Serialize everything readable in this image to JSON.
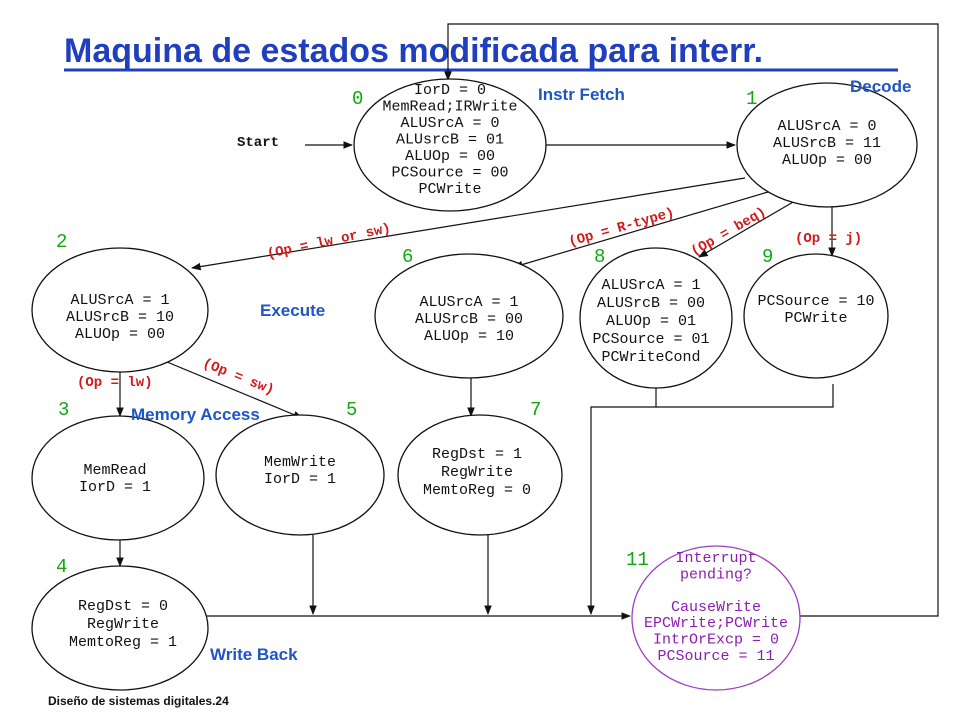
{
  "title": "Maquina de estados modificada para interr.",
  "start_label": "Start",
  "footer": "Diseño de sistemas digitales.24",
  "phases": {
    "instr_fetch": "Instr Fetch",
    "decode": "Decode",
    "execute": "Execute",
    "memory_access": "Memory Access",
    "write_back": "Write Back"
  },
  "states": {
    "s0": {
      "num": "0",
      "lines": [
        "IorD = 0",
        "MemRead;IRWrite",
        "ALUSrcA = 0",
        "ALUsrcB = 01",
        "ALUOp = 00",
        "PCSource = 00",
        "PCWrite"
      ]
    },
    "s1": {
      "num": "1",
      "lines": [
        "ALUSrcA = 0",
        "ALUSrcB = 11",
        "ALUOp = 00"
      ]
    },
    "s2": {
      "num": "2",
      "lines": [
        "ALUSrcA = 1",
        "ALUSrcB = 10",
        "ALUOp = 00"
      ]
    },
    "s3": {
      "num": "3",
      "lines": [
        "MemRead",
        "IorD = 1"
      ]
    },
    "s4": {
      "num": "4",
      "lines": [
        "RegDst = 0",
        "RegWrite",
        "MemtoReg = 1"
      ]
    },
    "s5": {
      "num": "5",
      "lines": [
        "MemWrite",
        "IorD = 1"
      ]
    },
    "s6": {
      "num": "6",
      "lines": [
        "ALUSrcA = 1",
        "ALUSrcB = 00",
        "ALUOp = 10"
      ]
    },
    "s7": {
      "num": "7",
      "lines": [
        "RegDst = 1",
        "RegWrite",
        "MemtoReg = 0"
      ]
    },
    "s8": {
      "num": "8",
      "lines": [
        "ALUSrcA = 1",
        "ALUSrcB = 00",
        "ALUOp = 01",
        "PCSource = 01",
        "PCWriteCond"
      ]
    },
    "s9": {
      "num": "9",
      "lines": [
        "PCSource = 10",
        "PCWrite"
      ]
    },
    "s11": {
      "num": "11",
      "lines": [
        "Interrupt",
        "pending?",
        "",
        "CauseWrite",
        "EPCWrite;PCWrite",
        "IntrOrExcp = 0",
        "PCSource = 11"
      ]
    }
  },
  "conditions": {
    "lw_or_sw": "(Op = lw or sw)",
    "r_type": "(Op = R-type)",
    "beq": "(Op = beq)",
    "j": "(Op = j)",
    "lw": "(Op = lw)",
    "sw": "(Op = sw)"
  },
  "colors": {
    "title": "#1f3fbf",
    "state_number": "#12a812",
    "phase_label": "#1f55c8",
    "condition": "#d11a1a",
    "interrupt_state": "#8a1fb0"
  }
}
